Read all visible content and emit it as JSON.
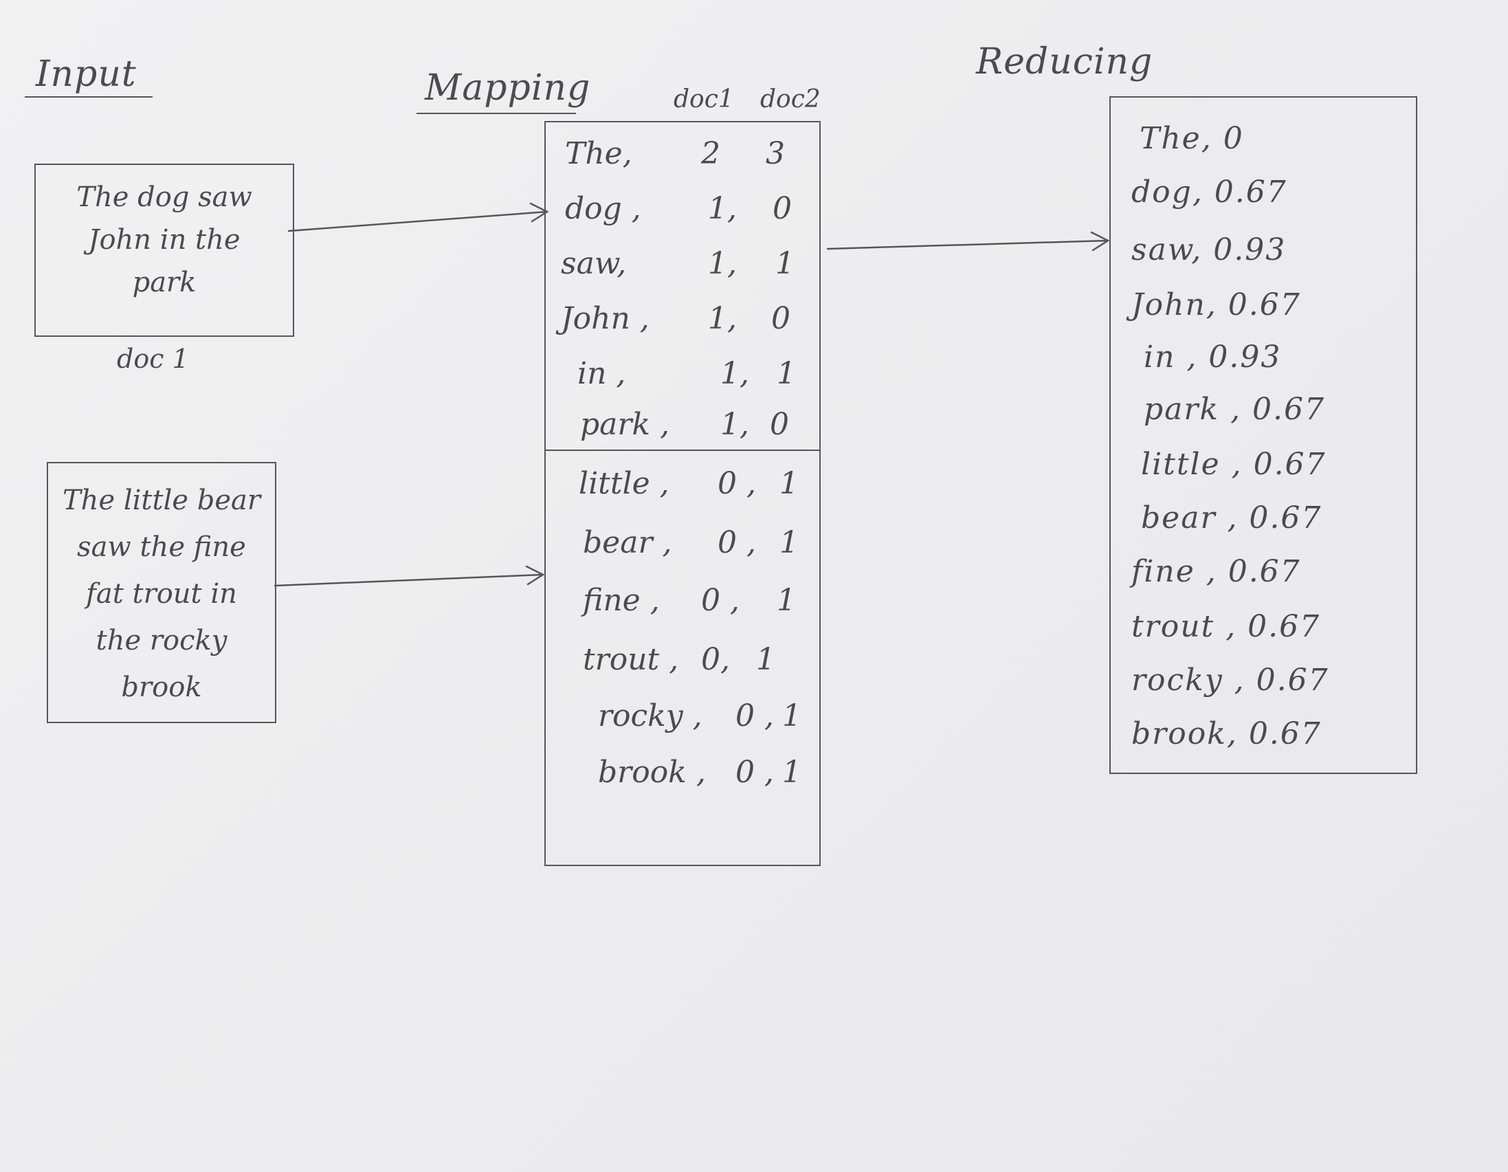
{
  "headings": {
    "input": "Input",
    "mapping": "Mapping",
    "reducing": "Reducing"
  },
  "documents": [
    {
      "label": "doc 1",
      "lines": [
        "The dog saw",
        "John in the",
        "park"
      ]
    },
    {
      "label": "",
      "lines": [
        "The little bear",
        "saw the fine",
        "fat trout in",
        "the rocky",
        "brook"
      ]
    }
  ],
  "mapping": {
    "column_headers": [
      "doc1",
      "doc2"
    ],
    "rows_doc1": [
      {
        "word": "The,",
        "doc1": "2",
        "doc2": "3"
      },
      {
        "word": "dog ,",
        "doc1": "1,",
        "doc2": "0"
      },
      {
        "word": "saw,",
        "doc1": "1,",
        "doc2": "1"
      },
      {
        "word": "John ,",
        "doc1": "1,",
        "doc2": "0"
      },
      {
        "word": "in ,",
        "doc1": "1,",
        "doc2": "1"
      },
      {
        "word": "park ,",
        "doc1": "1,",
        "doc2": "0"
      }
    ],
    "rows_doc2": [
      {
        "word": "little ,",
        "doc1": "0 ,",
        "doc2": "1"
      },
      {
        "word": "bear ,",
        "doc1": "0 ,",
        "doc2": "1"
      },
      {
        "word": "fine ,",
        "doc1": "0 ,",
        "doc2": "1"
      },
      {
        "word": "trout ,",
        "doc1": "0,",
        "doc2": "1"
      },
      {
        "word": "rocky ,",
        "doc1": "0 ,",
        "doc2": "1"
      },
      {
        "word": "brook ,",
        "doc1": "0 ,",
        "doc2": "1"
      }
    ]
  },
  "reducing": [
    "The, 0",
    "dog, 0.67",
    "saw, 0.93",
    "John, 0.67",
    "in , 0.93",
    "park , 0.67",
    "little , 0.67",
    "bear , 0.67",
    "fine , 0.67",
    "trout , 0.67",
    "rocky , 0.67",
    "brook, 0.67"
  ]
}
